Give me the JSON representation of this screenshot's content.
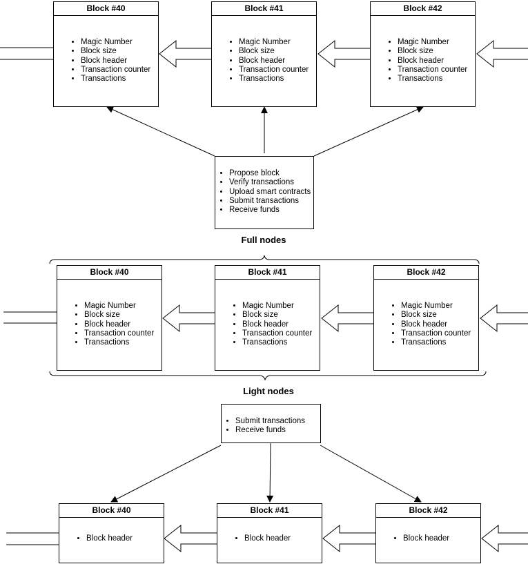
{
  "full_chain": {
    "blocks": [
      {
        "title": "Block #40",
        "items": [
          "Magic Number",
          "Block size",
          "Block header",
          "Transaction counter",
          "Transactions"
        ]
      },
      {
        "title": "Block #41",
        "items": [
          "Magic Number",
          "Block size",
          "Block header",
          "Transaction counter",
          "Transactions"
        ]
      },
      {
        "title": "Block #42",
        "items": [
          "Magic Number",
          "Block size",
          "Block header",
          "Transaction counter",
          "Transactions"
        ]
      }
    ]
  },
  "full_node": {
    "functions": [
      "Propose block",
      "Verify transactions",
      "Upload smart contracts",
      "Submit transactions",
      "Receive funds"
    ],
    "label": "Full nodes"
  },
  "light_full_chain": {
    "blocks": [
      {
        "title": "Block #40",
        "items": [
          "Magic Number",
          "Block size",
          "Block header",
          "Transaction counter",
          "Transactions"
        ]
      },
      {
        "title": "Block #41",
        "items": [
          "Magic Number",
          "Block size",
          "Block header",
          "Transaction counter",
          "Transactions"
        ]
      },
      {
        "title": "Block #42",
        "items": [
          "Magic Number",
          "Block size",
          "Block header",
          "Transaction counter",
          "Transactions"
        ]
      }
    ]
  },
  "light_node": {
    "label": "Light nodes",
    "functions": [
      "Submit transactions",
      "Receive funds"
    ]
  },
  "header_chain": {
    "blocks": [
      {
        "title": "Block #40",
        "items": [
          "Block header"
        ]
      },
      {
        "title": "Block #41",
        "items": [
          "Block header"
        ]
      },
      {
        "title": "Block #42",
        "items": [
          "Block header"
        ]
      }
    ]
  }
}
